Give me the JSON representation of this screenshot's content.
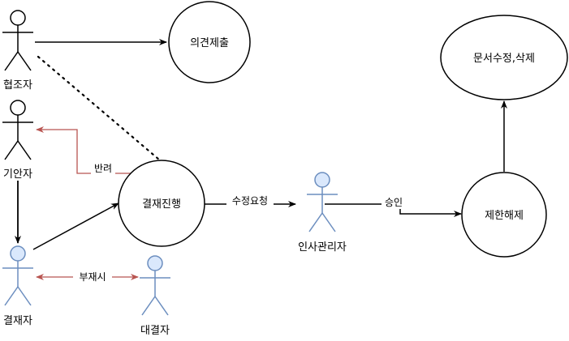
{
  "actors": {
    "collaborator": "협조자",
    "drafter": "기안자",
    "approver": "결재자",
    "proxy_approver": "대결자",
    "hr_manager": "인사관리자"
  },
  "use_cases": {
    "submit_opinion": "의견제출",
    "approval_progress": "결재진행",
    "lift_restriction": "제한해제",
    "edit_delete_doc": "문서수정,삭제"
  },
  "edge_labels": {
    "reject": "반려",
    "absent": "부재시",
    "edit_request": "수정요청",
    "approve": "승인"
  },
  "colors": {
    "line": "#000000",
    "red_edge": "#b85450",
    "blue_actor_fill": "#dae8fc",
    "blue_actor_stroke": "#6c8ebf"
  }
}
